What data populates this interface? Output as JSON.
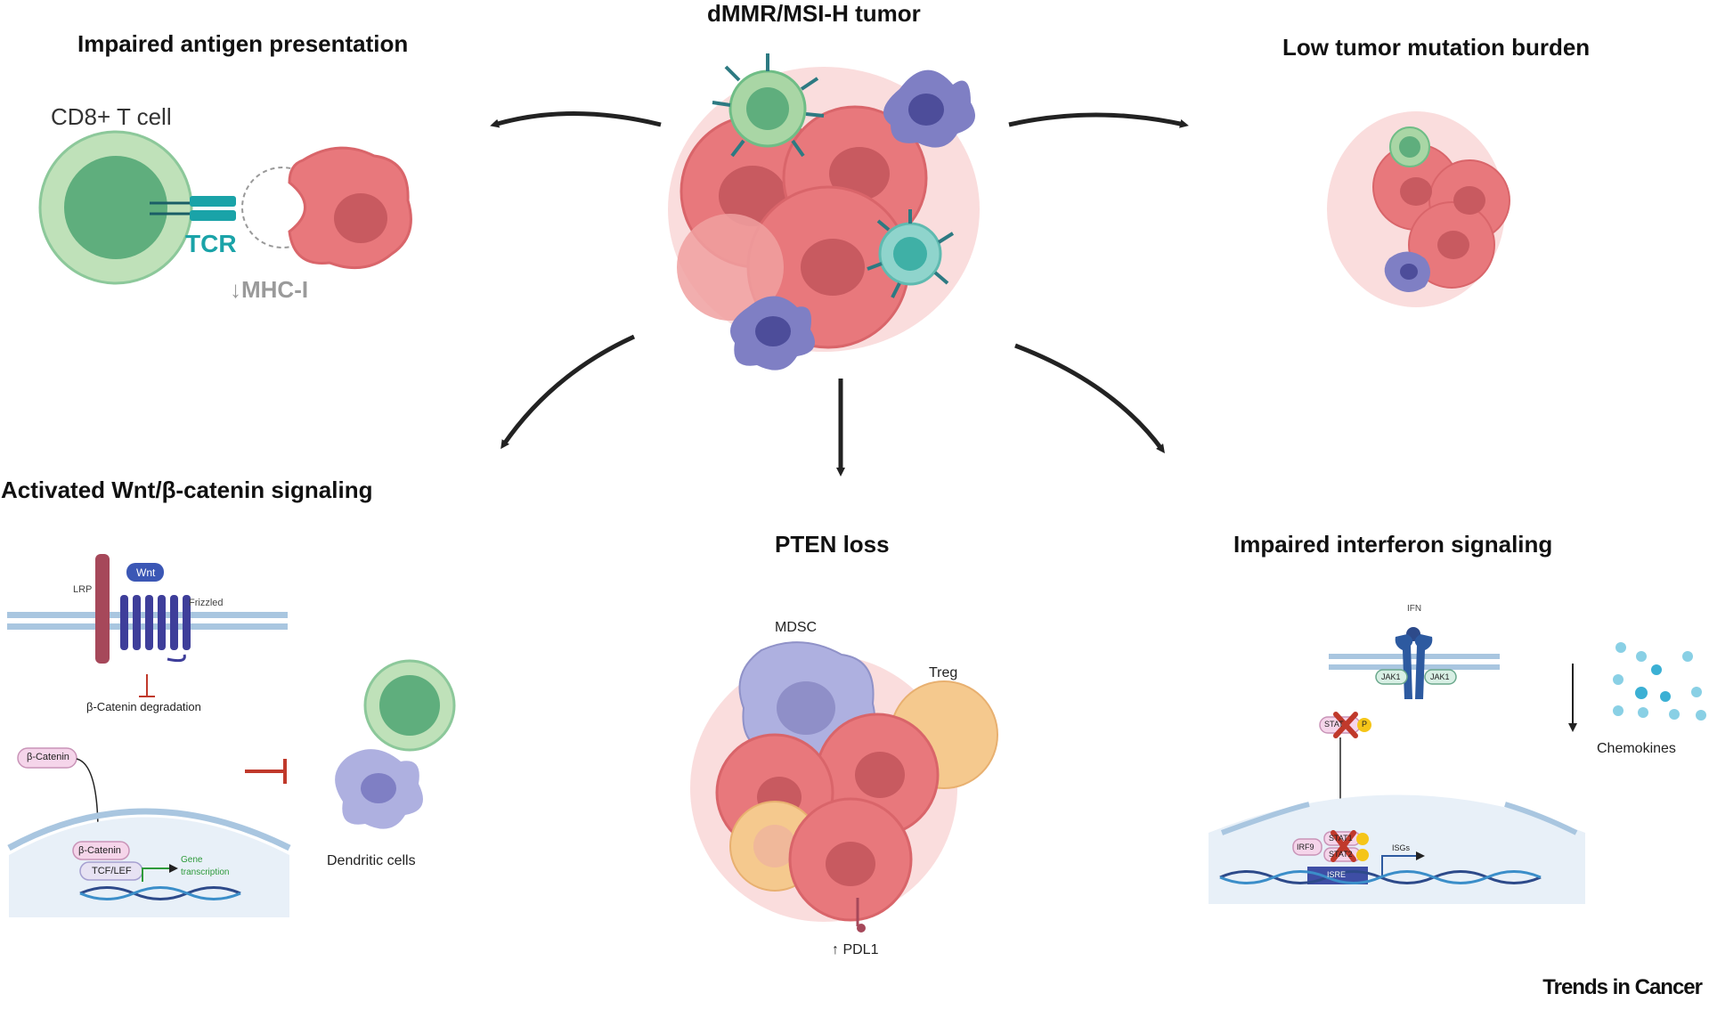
{
  "central": {
    "title": "dMMR/MSI-H tumor"
  },
  "panels": {
    "antigen": {
      "title": "Impaired antigen presentation",
      "cd8_label": "CD8+ T cell",
      "tcr_label": "TCR",
      "mhc_label": "↓MHC-I"
    },
    "tmb": {
      "title": "Low tumor mutation burden"
    },
    "wnt": {
      "title": "Activated Wnt/β-catenin signaling",
      "wnt_label": "Wnt",
      "lrp_label": "LRP",
      "frizzled_label": "Frizzled",
      "degradation_label": "β-Catenin degradation",
      "bcat_label": "β-Catenin",
      "bcat_nuclear_label": "β-Catenin",
      "tcf_label": "TCF/LEF",
      "gene_label_1": "Gene",
      "gene_label_2": "transcription",
      "dc_label": "Dendritic cells"
    },
    "pten": {
      "title": "PTEN loss",
      "mdsc_label": "MDSC",
      "treg_label": "Treg",
      "pdl1_label": "↑ PDL1"
    },
    "ifn": {
      "title": "Impaired interferon signaling",
      "ifn_label": "IFN",
      "jak1_left": "JAK1",
      "jak1_right": "JAK1",
      "stat_label": "STAT",
      "p_label": "P",
      "irf9_label": "IRF9",
      "stat1_label": "STAT1",
      "stat2_label": "STAT2",
      "isre_label": "ISRE",
      "isgs_label": "ISGs",
      "chemokines_label": "Chemokines"
    }
  },
  "footer": {
    "brand": "Trends in Cancer"
  },
  "colors": {
    "tumor": "#e8787c",
    "tumor_light": "#f4b3b3",
    "nucleus": "#c85a60",
    "tcell_outer": "#a9d6a5",
    "tcell_inner": "#5fae7d",
    "teal": "#1aa3a8",
    "dc": "#7f7fc4",
    "dc_dark": "#4d4d9a",
    "treg": "#f5c98e",
    "inhibit": "#c0392b",
    "membrane": "#a9c6e0",
    "wnt_blue": "#3b57b5",
    "receptor": "#3e3e9a",
    "lrp": "#a6485a",
    "dna": "#2d4a8a",
    "chemokine": "#3bb0d4",
    "green_text": "#2e9a3a"
  }
}
